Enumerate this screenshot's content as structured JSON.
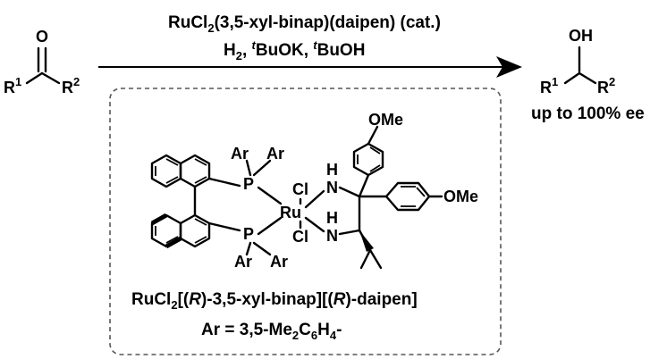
{
  "reagents": {
    "catalyst_line": {
      "a": "RuCl",
      "b": "2",
      "c": "(3,5-xyl-binap)(daipen) (cat.)"
    },
    "conditions_line": {
      "h": "H",
      "h_sub": "2",
      "sep1": ", ",
      "t1": "t",
      "buok": "BuOK, ",
      "t2": "t",
      "buoh": "BuOH"
    }
  },
  "ketone": {
    "oxygen": "O",
    "r1": "R",
    "r1_sup": "1",
    "r2": "R",
    "r2_sup": "2"
  },
  "product": {
    "oh": "OH",
    "r1": "R",
    "r1_sup": "1",
    "r2": "R",
    "r2_sup": "2",
    "ee": "up to 100% ee"
  },
  "catalyst": {
    "atoms": {
      "p": "P",
      "ru": "Ru",
      "cl": "Cl",
      "ar": "Ar",
      "nh_h": "H",
      "n": "N",
      "ome": "OMe"
    },
    "name": {
      "a": "RuCl",
      "sub": "2",
      "b": "[(",
      "r1": "R",
      "c": ")-3,5-xyl-binap][(",
      "r2": "R",
      "d": ")-daipen]"
    },
    "ar_def": {
      "a": "Ar = 3,5-Me",
      "s1": "2",
      "b": "C",
      "s2": "6",
      "c": "H",
      "s3": "4",
      "d": "-"
    }
  },
  "colors": {
    "ink": "#000000",
    "background": "#ffffff",
    "box_border": "#555555"
  }
}
